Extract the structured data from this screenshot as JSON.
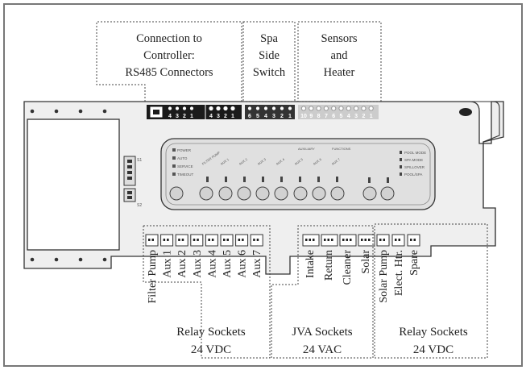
{
  "callouts": {
    "rs485": [
      "Connection to",
      "Controller:",
      "RS485 Connectors"
    ],
    "spa_switch": [
      "Spa",
      "Side",
      "Switch"
    ],
    "sensors": [
      "Sensors",
      "and",
      "Heater"
    ],
    "relay_vdc_left": [
      "Relay Sockets",
      "24 VDC"
    ],
    "jva": [
      "JVA Sockets",
      "24 VAC"
    ],
    "relay_vdc_right": [
      "Relay Sockets",
      "24 VDC"
    ]
  },
  "terminal_numbers": {
    "rs485_group_a": [
      "4",
      "3",
      "2",
      "1"
    ],
    "rs485_group_b": [
      "4",
      "3",
      "2",
      "1"
    ],
    "spa_switch": [
      "6",
      "5",
      "4",
      "3",
      "2",
      "1"
    ],
    "sensors": [
      "10",
      "9",
      "8",
      "7",
      "6",
      "5",
      "4",
      "3",
      "2",
      "1"
    ]
  },
  "sockets": {
    "relay_left": [
      "Filter Pump",
      "Aux 1",
      "Aux 2",
      "Aux 3",
      "Aux 4",
      "Aux 5",
      "Aux 6",
      "Aux 7"
    ],
    "jva": [
      "Intake",
      "Return",
      "Cleaner",
      "Solar"
    ],
    "relay_right": [
      "Solar Pump",
      "Elect. Htr.",
      "Spare"
    ]
  },
  "panel": {
    "status_labels": [
      "POWER",
      "AUTO",
      "SERVICE",
      "TIMEOUT"
    ],
    "right_labels": [
      "POOL MODE",
      "SPA MODE",
      "SPILLOVER",
      "POOL/SPA"
    ],
    "top_labels": [
      "FILTER PUMP",
      "AUX 1",
      "AUX 2",
      "AUX 3",
      "AUX 4",
      "AUX 5",
      "AUX 6",
      "AUX 7"
    ],
    "group_labels": [
      "AUXILIARY",
      "FUNCTIONS"
    ],
    "small_labels": [
      "S1",
      "S2"
    ]
  }
}
